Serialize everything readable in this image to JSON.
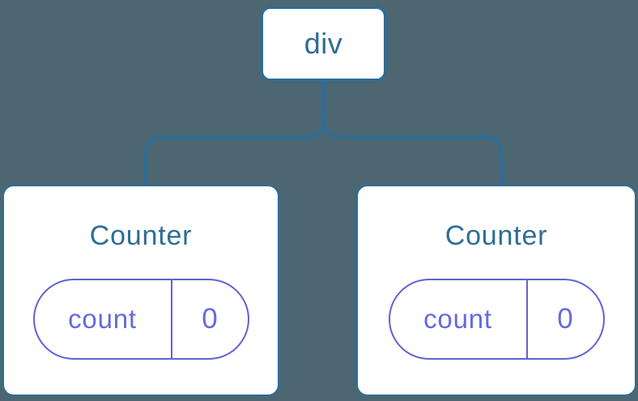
{
  "diagram": {
    "root": {
      "label": "div"
    },
    "children": [
      {
        "title": "Counter",
        "state": {
          "name": "count",
          "value": "0"
        }
      },
      {
        "title": "Counter",
        "state": {
          "name": "count",
          "value": "0"
        }
      }
    ]
  },
  "colors": {
    "background": "#4C6672",
    "node_border": "#2B6D9D",
    "node_text": "#2E6D94",
    "card_background": "#FFFFFF",
    "state_border": "#5E63D6",
    "state_text": "#666BDC"
  }
}
